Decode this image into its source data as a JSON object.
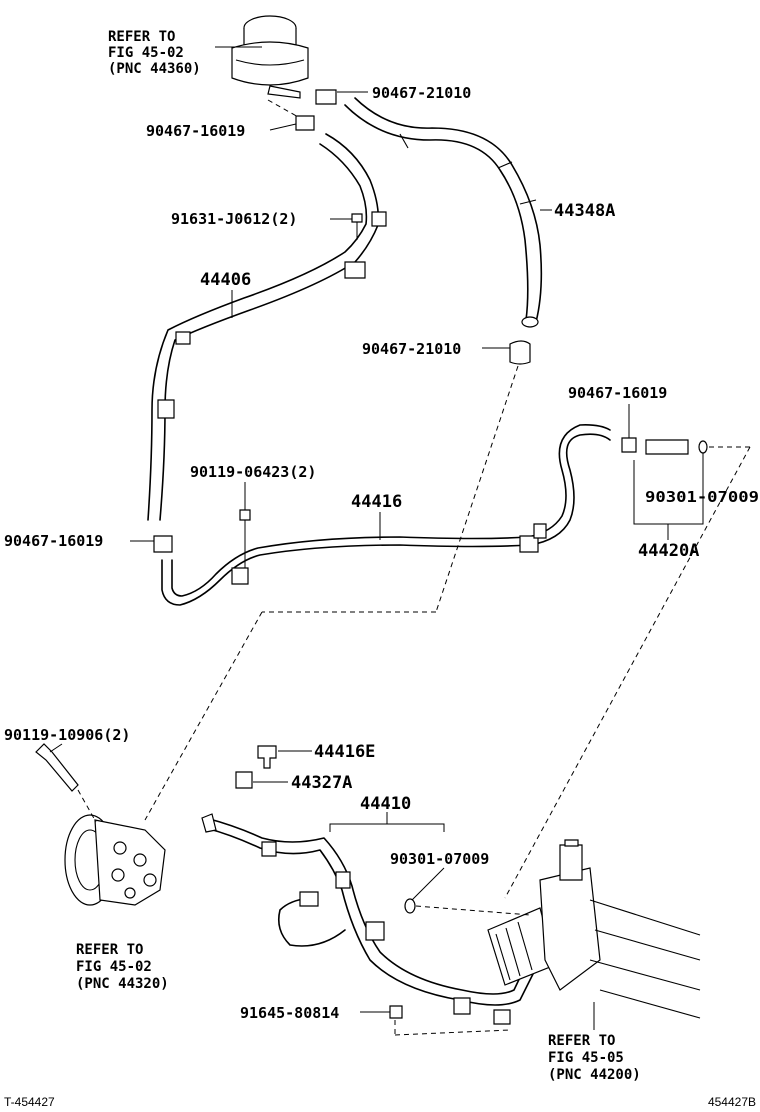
{
  "diagram": {
    "labels": {
      "ref_reservoir": [
        "REFER TO",
        "FIG 45-02",
        "(PNC 44360)"
      ],
      "p_90467_21010_top": "90467-21010",
      "p_90467_16019_top": "90467-16019",
      "p_44348A": "44348A",
      "p_91631_J0612": "91631-J0612(2)",
      "p_44406": "44406",
      "p_90467_21010_mid": "90467-21010",
      "p_90467_16019_right": "90467-16019",
      "p_90119_06423": "90119-06423(2)",
      "p_44416": "44416",
      "p_90301_07009_right": "90301-07009",
      "p_90467_16019_left": "90467-16019",
      "p_44420A": "44420A",
      "p_90119_10906": "90119-10906(2)",
      "p_44416E": "44416E",
      "p_44327A": "44327A",
      "p_44410": "44410",
      "p_90301_07009_low": "90301-07009",
      "ref_pump": [
        "REFER TO",
        "FIG 45-02",
        "(PNC 44320)"
      ],
      "p_91645_80814": "91645-80814",
      "ref_gear": [
        "REFER TO",
        "FIG 45-05",
        "(PNC 44200)"
      ]
    },
    "footer": {
      "left_code": "T-454427",
      "right_code": "454427B"
    }
  }
}
